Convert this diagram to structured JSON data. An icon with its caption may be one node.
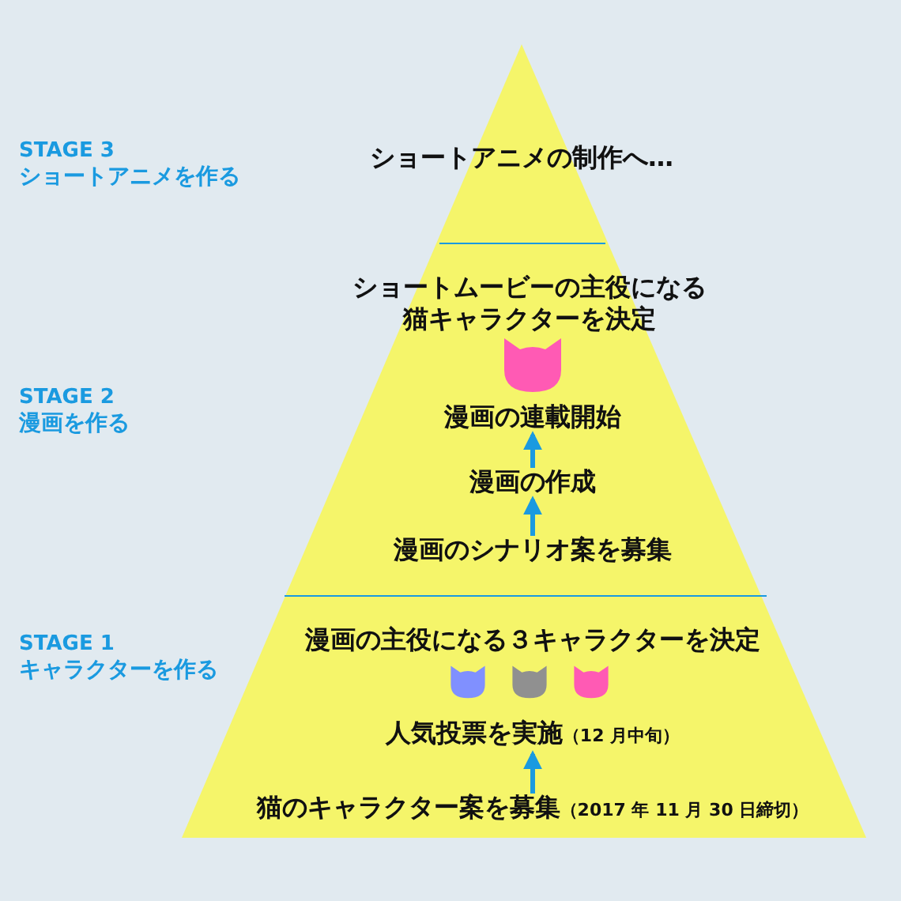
{
  "diagram": {
    "nodes": [
      {
        "text": [
          "ショートアニメの制作へ…"
        ]
      },
      {
        "text": [
          "ショートムービーの主役になる猫キャラクターを決定"
        ]
      },
      {
        "text": [
          "漫画の連載開始"
        ]
      },
      {
        "text": [
          "漫画の作成"
        ]
      },
      {
        "text": [
          "漫画のシナリオ案を募集"
        ]
      },
      {
        "text": [
          "漫画の主役になる３キャラクターを決定"
        ]
      },
      {
        "text": [
          "人気投票を実施"
        ],
        "beside": [
          "（12 月中旬）"
        ]
      },
      {
        "text": [
          "猫のキャラクター案を募集"
        ],
        "beside": [
          "（2017 年 11 月 30 日締切）"
        ]
      }
    ],
    "edges": [
      {
        "from": 4,
        "to": 3,
        "arrow": "to"
      },
      {
        "from": 3,
        "to": 2,
        "arrow": "to"
      },
      {
        "from": 7,
        "to": 6,
        "arrow": "to"
      }
    ],
    "labels": [
      "STAGE 3",
      "ショートアニメを作る",
      "STAGE 2",
      "漫画を作る",
      "STAGE 1",
      "キャラクターを作る"
    ]
  }
}
